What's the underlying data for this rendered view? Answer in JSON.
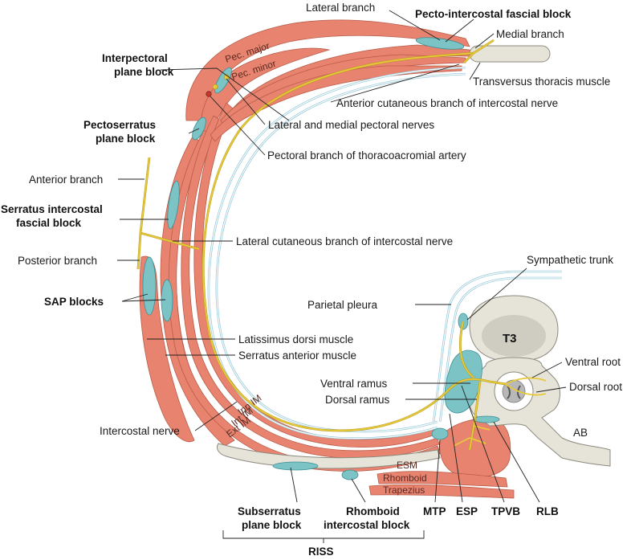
{
  "labels": {
    "lateral_branch": "Lateral branch",
    "pecto_intercostal": "Pecto-intercostal fascial block",
    "medial_branch": "Medial branch",
    "pec_major": "Pec. major",
    "pec_minor": "Pec. minor",
    "interpectoral_1": "Interpectoral",
    "interpectoral_2": "plane block",
    "transversus_thoracis": "Transversus thoracis muscle",
    "anterior_cutaneous": "Anterior cutaneous branch of intercostal nerve",
    "pectoral_nerves": "Lateral and medial pectoral nerves",
    "pectoserratus_1": "Pectoserratus",
    "pectoserratus_2": "plane block",
    "pectoral_branch": "Pectoral branch of thoracoacromial artery",
    "anterior_branch": "Anterior branch",
    "serratus_intercostal_1": "Serratus intercostal",
    "serratus_intercostal_2": "fascial block",
    "lateral_cutaneous": "Lateral cutaneous branch of intercostal nerve",
    "posterior_branch": "Posterior branch",
    "sympathetic_trunk": "Sympathetic trunk",
    "sap_blocks": "SAP blocks",
    "parietal_pleura": "Parietal pleura",
    "t3": "T3",
    "latissimus": "Latissimus dorsi muscle",
    "serratus_anterior": "Serratus anterior muscle",
    "ventral_root": "Ventral root",
    "ventral_ramus": "Ventral ramus",
    "dorsal_root": "Dorsal root",
    "dorsal_ramus": "Dorsal ramus",
    "intercostal_nerve": "Intercostal nerve",
    "inn_im": "Inn IM",
    "int_im": "Int IM",
    "ext_im": "Ext IM",
    "ab": "AB",
    "esm": "ESM",
    "rhomboid": "Rhomboid",
    "trapezius": "Trapezius",
    "mtp": "MTP",
    "esp": "ESP",
    "tpvb": "TPVB",
    "rlb": "RLB",
    "subserratus_1": "Subserratus",
    "subserratus_2": "plane block",
    "rhomboid_intercostal_1": "Rhomboid",
    "rhomboid_intercostal_2": "intercostal block",
    "riss": "RISS"
  },
  "colors": {
    "muscle": "#e8836f",
    "block": "#7cc3c6",
    "nerve": "#e7c93b",
    "pleura": "#8ec4d6",
    "bone": "#e6e3d8"
  }
}
